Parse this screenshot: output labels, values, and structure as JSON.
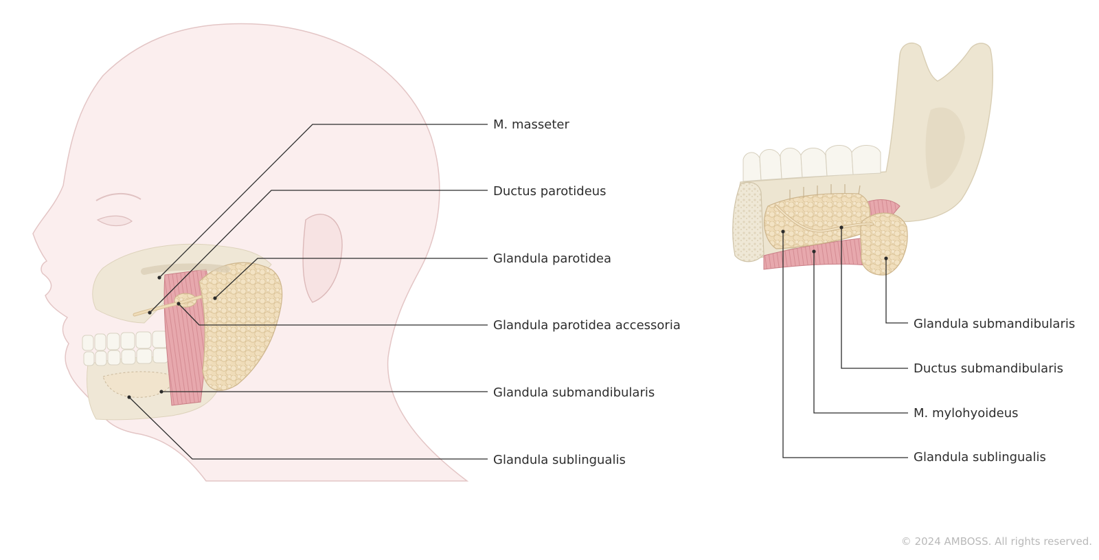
{
  "figure": {
    "left_panel_labels": {
      "masseter": "M. masseter",
      "ductus_parotideus": "Ductus parotideus",
      "glandula_parotidea": "Glandula parotidea",
      "glandula_parotidea_accessoria": "Glandula parotidea accessoria",
      "glandula_submandibularis": "Glandula submandibularis",
      "glandula_sublingualis": "Glandula sublingualis"
    },
    "right_panel_labels": {
      "glandula_submandibularis": "Glandula submandibularis",
      "ductus_submandibularis": "Ductus submandibularis",
      "m_mylohyoideus": "M. mylohyoideus",
      "glandula_sublingualis": "Glandula sublingualis"
    },
    "copyright": "© 2024 AMBOSS. All rights reserved."
  },
  "colors": {
    "skin": "#fbeeee",
    "skin_outline": "#e3c5c5",
    "bone": "#ece4d2",
    "bone_shadow": "#d9cfb8",
    "gland": "#efdcb8",
    "gland_dark": "#dcc49a",
    "muscle": "#e5a3a8",
    "muscle_dark": "#cf7f87",
    "teeth": "#f7f5ee",
    "leader": "#2b2b2b",
    "label_text": "#2d2d2d",
    "copyright_text": "#b9b9b9"
  }
}
